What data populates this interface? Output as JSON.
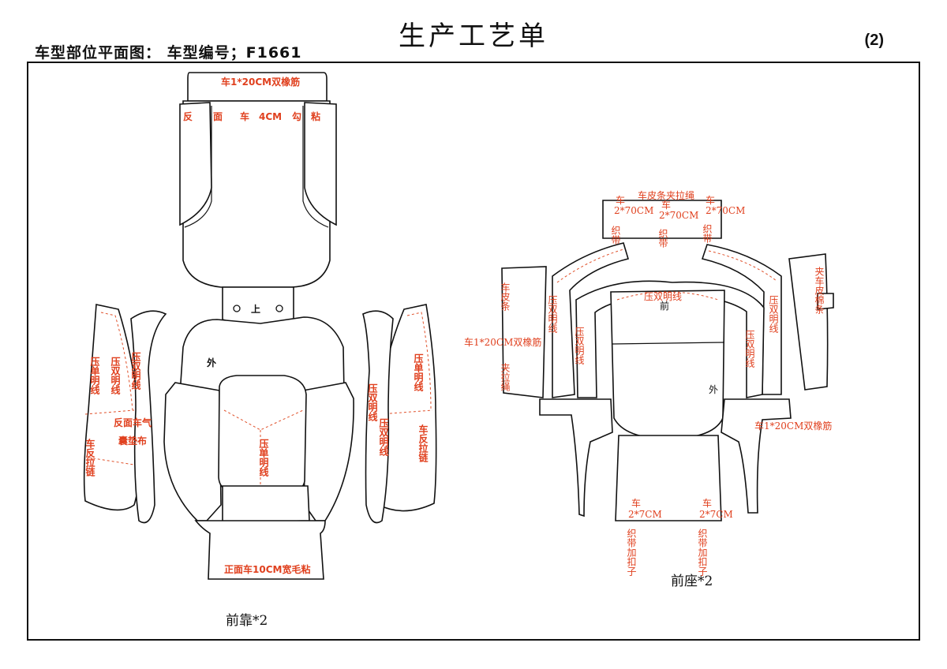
{
  "header": {
    "title": "生产工艺单",
    "subtitle": "车型部位平面图：   车型编号；F1661",
    "page_number": "(2)"
  },
  "left_drawing": {
    "caption": "前靠*2",
    "labels": {
      "top_strip": "车1*20CM双橡筋",
      "top_fold_1": "反",
      "top_fold_2": "面",
      "top_fold_3": "车",
      "top_fold_4": "4CM",
      "top_fold_5": "勾",
      "top_fold_6": "粘",
      "up_mark": "上",
      "out_mark": "外",
      "left_a": "压单明线",
      "left_b": "压双明线",
      "left_c": "压双明线",
      "left_zip": "车反拉链",
      "left_airbag_1": "反面车气",
      "left_airbag_2": "囊垫布",
      "center_line": "压单明线",
      "right_a": "压双明线",
      "right_b": "压双明线",
      "right_c": "压单明线",
      "right_zip": "车反拉链",
      "bottom_strip": "正面车10CM宽毛粘"
    }
  },
  "right_drawing": {
    "caption": "前座*2",
    "labels": {
      "top_title": "车皮条夹拉绳",
      "strap_1a": "车",
      "strap_1b": "2*70CM",
      "strap_1c": "织带",
      "strap_2a": "车",
      "strap_2b": "2*70CM",
      "strap_2c": "织带",
      "strap_3a": "车",
      "strap_3b": "2*70CM",
      "strap_3c": "织带",
      "front_mark": "前",
      "out_mark": "外",
      "center_top": "压双明线",
      "left_skin": "车皮条",
      "left_rubber": "车1*20CM双橡筋",
      "left_rope": "夹拉绳",
      "left_a": "压双明线",
      "left_b": "压双明线",
      "right_a": "压双明线",
      "right_b": "压双明线",
      "right_edge": "夹车皮棉条",
      "right_rubber": "车1*20CM双橡筋",
      "bottom_1a": "车",
      "bottom_1b": "2*7CM",
      "bottom_1c": "织带加扣子",
      "bottom_2a": "车",
      "bottom_2b": "2*7CM",
      "bottom_2c": "织带加扣子"
    }
  }
}
